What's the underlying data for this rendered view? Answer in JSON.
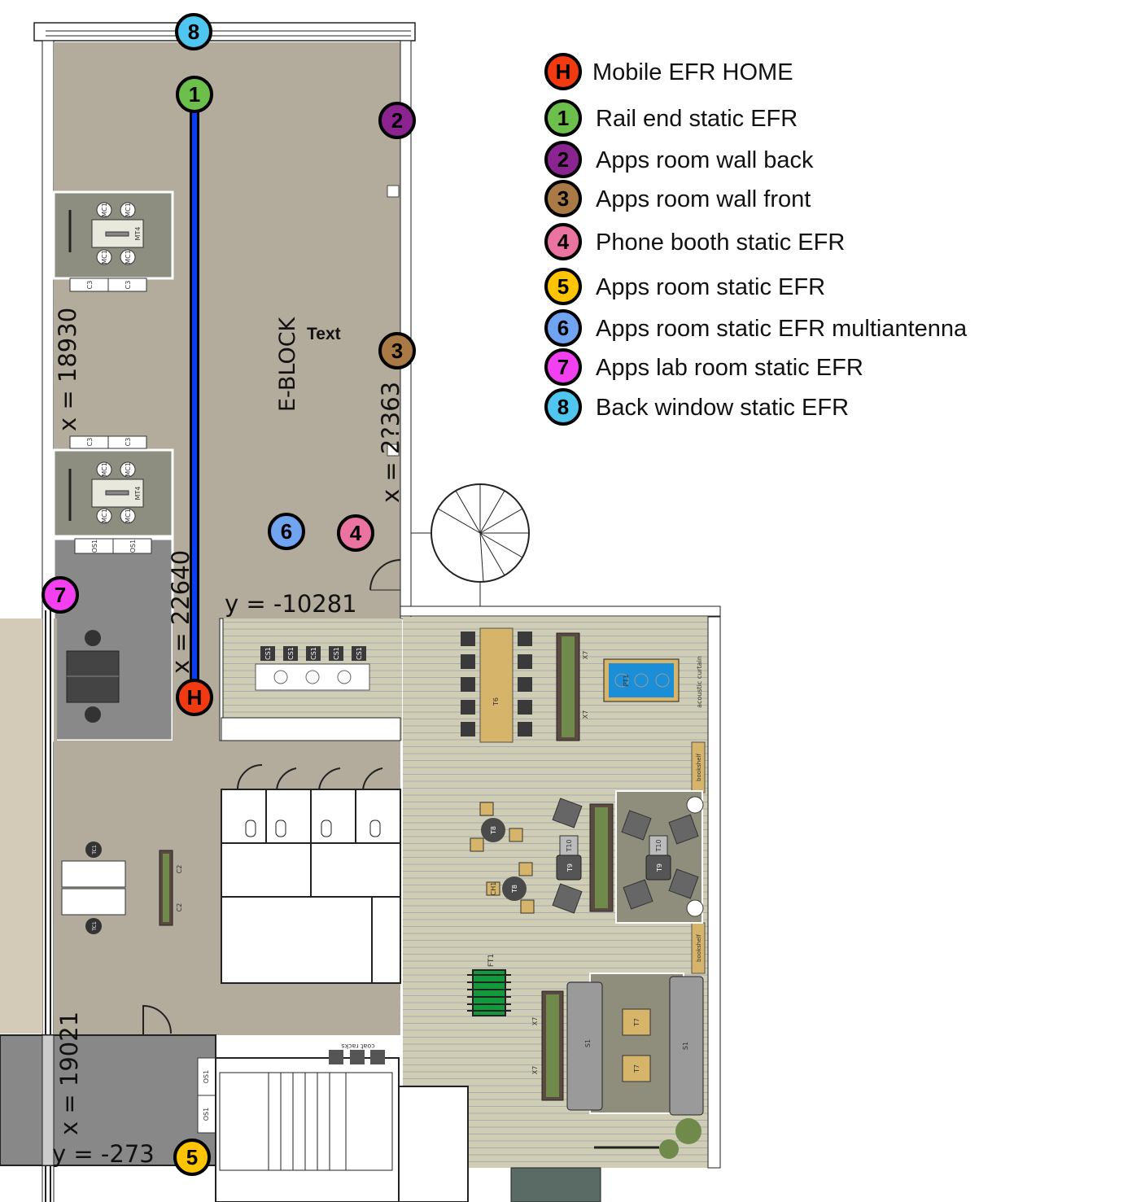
{
  "legend": [
    {
      "id": "H",
      "label": "Mobile EFR HOME",
      "color": "#f23a12"
    },
    {
      "id": "1",
      "label": "Rail end static EFR",
      "color": "#6cbf4a"
    },
    {
      "id": "2",
      "label": "Apps room wall back",
      "color": "#8b2390"
    },
    {
      "id": "3",
      "label": "Apps room wall front",
      "color": "#a97a45"
    },
    {
      "id": "4",
      "label": "Phone booth static EFR",
      "color": "#ea73a0"
    },
    {
      "id": "5",
      "label": "Apps room static EFR",
      "color": "#ffc400"
    },
    {
      "id": "6",
      "label": "Apps room static EFR multiantenna",
      "color": "#70a3f0"
    },
    {
      "id": "7",
      "label": "Apps lab room static EFR",
      "color": "#f23ff0"
    },
    {
      "id": "8",
      "label": "Back window static EFR",
      "color": "#4fc6f0"
    }
  ],
  "plan": {
    "block_label": "E-BLOCK",
    "text_label": "Text",
    "dimensions": {
      "x_left": "x = 18930",
      "x_right": "x = 2?363",
      "x_rail": "x = 22640",
      "y_top": "y = -10281",
      "x_bottom": "x = 19021",
      "y_bottom": "y = -273"
    },
    "rail_color": "#0a3ef0",
    "furniture": {
      "c3": "C3",
      "mt4": "MT4",
      "mc1": "MC1",
      "os1": "OS1",
      "cs1": "CS1",
      "t6": "T6",
      "x7": "X7",
      "pt1": "PT1",
      "t8": "T8",
      "ch1": "CH1",
      "t9": "T9",
      "t10": "T10",
      "ft1": "FT1",
      "s1": "S1",
      "t7": "T7",
      "tc1": "TC1",
      "c2": "C2",
      "bookshelf": "bookshelf",
      "acoustic_curtain": "acoustic curtain",
      "coat_racks": "coat racks"
    }
  }
}
